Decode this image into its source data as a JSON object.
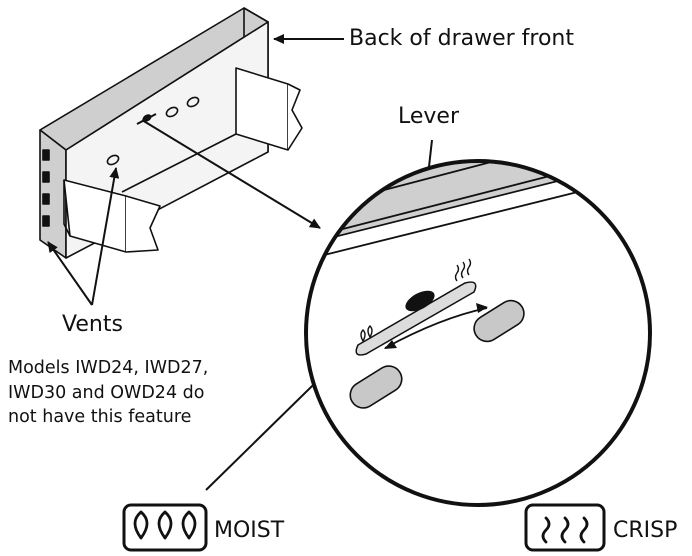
{
  "labels": {
    "drawer_front": "Back of drawer front",
    "lever": "Lever",
    "vents": "Vents",
    "models_note_lines": [
      "Models IWD24, IWD27,",
      "IWD30 and OWD24 do",
      "not have this feature"
    ],
    "moist": "MOIST",
    "crisp": "CRISP"
  },
  "icons": {
    "moist": "moist-droplets-icon",
    "crisp": "crisp-heat-waves-icon"
  },
  "colors": {
    "line": "#111111",
    "panel_gray": "#cfcfcf",
    "vent_gray": "#c8c8c8",
    "lever_black": "#111111"
  }
}
